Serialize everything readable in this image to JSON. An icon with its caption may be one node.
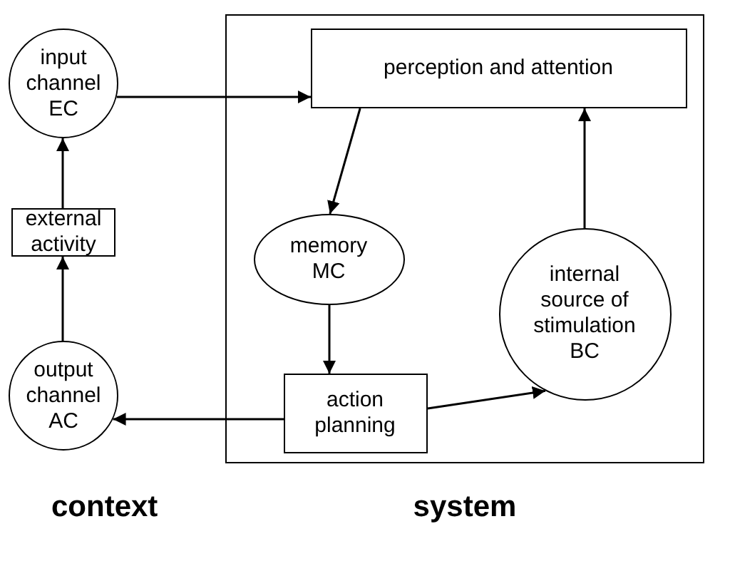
{
  "diagram": {
    "nodes": [
      {
        "text": [
          "input channel EC"
        ]
      },
      {
        "text": [
          "external activity"
        ]
      },
      {
        "text": [
          "output channel AC"
        ]
      },
      {
        "text": [
          "system"
        ]
      },
      {
        "text": [
          "perception and attention"
        ],
        "in": 3
      },
      {
        "text": [
          "memory MC"
        ],
        "in": 3
      },
      {
        "text": [
          "internal source of stimulation BC"
        ],
        "in": 3
      },
      {
        "text": [
          "action planning"
        ],
        "in": 3
      }
    ],
    "edges": [
      {
        "from": 0,
        "to": 4,
        "arrow": "to"
      },
      {
        "from": 4,
        "to": 5,
        "arrow": "to"
      },
      {
        "from": 5,
        "to": 7,
        "arrow": "to"
      },
      {
        "from": 7,
        "to": 2,
        "arrow": "to"
      },
      {
        "from": 7,
        "to": 6,
        "arrow": "to"
      },
      {
        "from": 6,
        "to": 4,
        "arrow": "to"
      },
      {
        "from": 2,
        "to": 1,
        "arrow": "to"
      },
      {
        "from": 1,
        "to": 0,
        "arrow": "to"
      }
    ],
    "labels": [
      "context"
    ]
  }
}
